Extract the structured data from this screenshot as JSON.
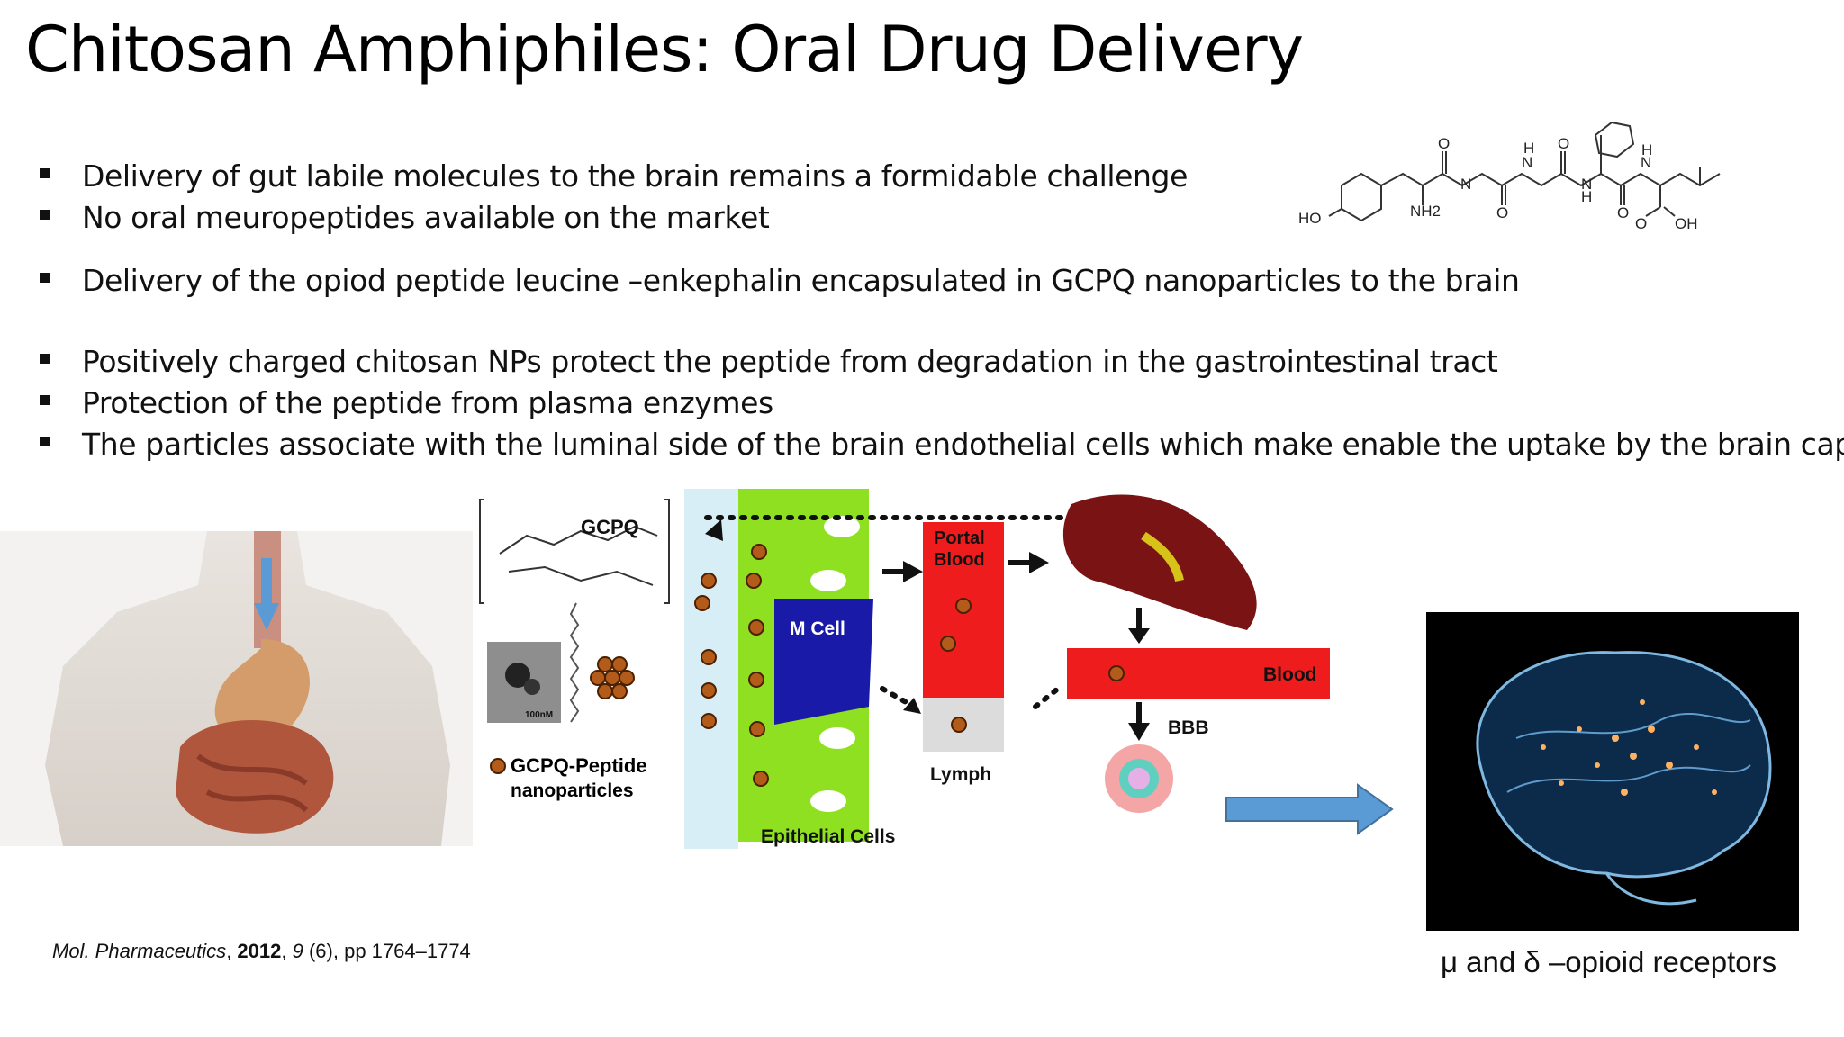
{
  "slide": {
    "title": "Chitosan Amphiphiles: Oral Drug Delivery",
    "bullets": [
      "Delivery of gut labile molecules to the brain remains a formidable challenge",
      "No oral meuropeptides available on the market",
      "Delivery of the opiod peptide leucine –enkephalin  encapsulated in GCPQ nanoparticles to the brain",
      "Positively charged chitosan NPs protect the peptide from degradation in the gastrointestinal tract",
      "Protection of the peptide from plasma enzymes",
      "The particles associate with the luminal side of the brain endothelial cells which make enable the uptake by the brain capillari"
    ],
    "molecule_labels": {
      "ho": "HO",
      "nh2": "NH2",
      "oh": "OH",
      "h": "H",
      "n": "N",
      "o": "O"
    },
    "diagram": {
      "gcpq": "GCPQ",
      "scale": "100nM",
      "legend_line1": "GCPQ-Peptide",
      "legend_line2": "nanoparticles",
      "mcell": "M Cell",
      "portal1": "Portal",
      "portal2": "Blood",
      "blood": "Blood",
      "bbb": "BBB",
      "lymph": "Lymph",
      "epithelial": "Epithelial Cells"
    },
    "citation": {
      "journal": "Mol. Pharmaceutics",
      "year": "2012",
      "volume": "9",
      "rest": " (6), pp 1764–1774"
    },
    "brain_caption": "μ and δ –opioid receptors",
    "colors": {
      "red": "#ee1c1c",
      "green": "#8ee021",
      "blue_cell": "#1a1aa8",
      "arrow_blue": "#5b9bd5"
    }
  }
}
